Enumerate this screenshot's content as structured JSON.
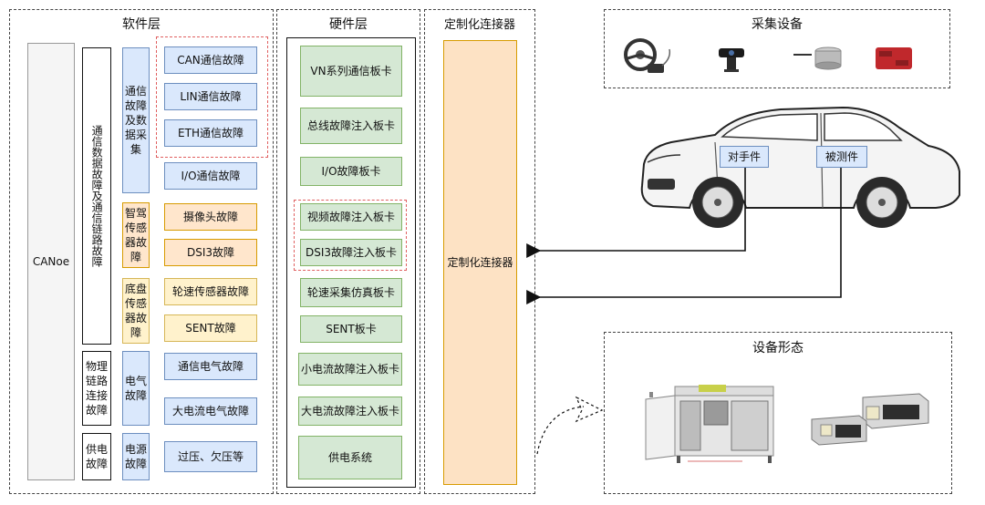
{
  "software": {
    "title": "软件层",
    "canoe": "CANoe",
    "group1": "通信数据故障及通信链路故障",
    "group2": "物理链路连接故障",
    "group3": "供电故障",
    "sub_comm": "通信故障及数据采集",
    "sub_adas": "智驾传感器故障",
    "sub_chassis": "底盘传感器故障",
    "sub_elec": "电气故障",
    "sub_power": "电源故障",
    "items": [
      "CAN通信故障",
      "LIN通信故障",
      "ETH通信故障",
      "I/O通信故障",
      "摄像头故障",
      "DSI3故障",
      "轮速传感器故障",
      "SENT故障",
      "通信电气故障",
      "大电流电气故障",
      "过压、欠压等"
    ]
  },
  "hardware": {
    "title": "硬件层",
    "items": [
      "VN系列通信板卡",
      "总线故障注入板卡",
      "I/O故障板卡",
      "视频故障注入板卡",
      "DSI3故障注入板卡",
      "轮速采集仿真板卡",
      "SENT板卡",
      "小电流故障注入板卡",
      "大电流故障注入板卡",
      "供电系统"
    ]
  },
  "connector": {
    "title": "定制化连接器",
    "box": "定制化连接器"
  },
  "acquisition": {
    "title": "采集设备"
  },
  "vehicle": {
    "counterpart": "对手件",
    "dut": "被测件"
  },
  "form": {
    "title": "设备形态"
  },
  "colors": {
    "blue": "#dae8fc",
    "orange": "#ffe6cc",
    "yellow": "#fff2cc",
    "green": "#d5e8d4",
    "connector": "#fde2c4"
  }
}
